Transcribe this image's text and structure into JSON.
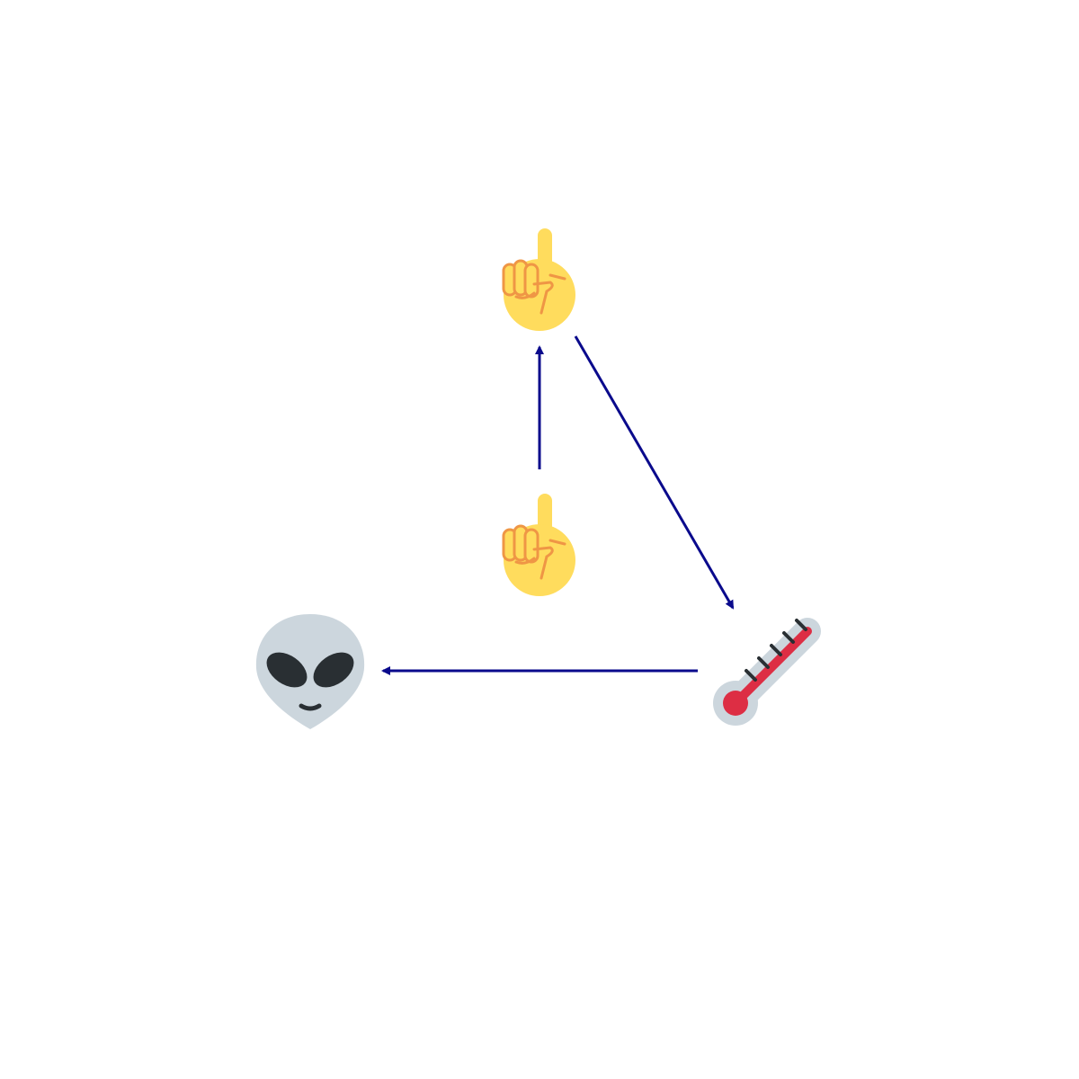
{
  "diagram": {
    "background": "#ffffff",
    "edge_color": "#0a0a8c",
    "nodes": [
      {
        "id": "hand_top",
        "icon": "index-pointing-up-icon"
      },
      {
        "id": "hand_center",
        "icon": "index-pointing-up-icon"
      },
      {
        "id": "thermometer",
        "icon": "thermometer-icon"
      },
      {
        "id": "alien",
        "icon": "alien-icon"
      }
    ],
    "edges": [
      {
        "from": "hand_center",
        "to": "hand_top"
      },
      {
        "from": "hand_top",
        "to": "thermometer"
      },
      {
        "from": "thermometer",
        "to": "alien"
      }
    ],
    "colors": {
      "hand_fill": "#ffdc5d",
      "hand_line": "#ef9645",
      "thermo_case": "#ccd6dd",
      "thermo_red": "#dd2e44",
      "thermo_ticks": "#292f33",
      "alien_head": "#ccd6dd",
      "alien_eyes": "#292f33"
    }
  }
}
